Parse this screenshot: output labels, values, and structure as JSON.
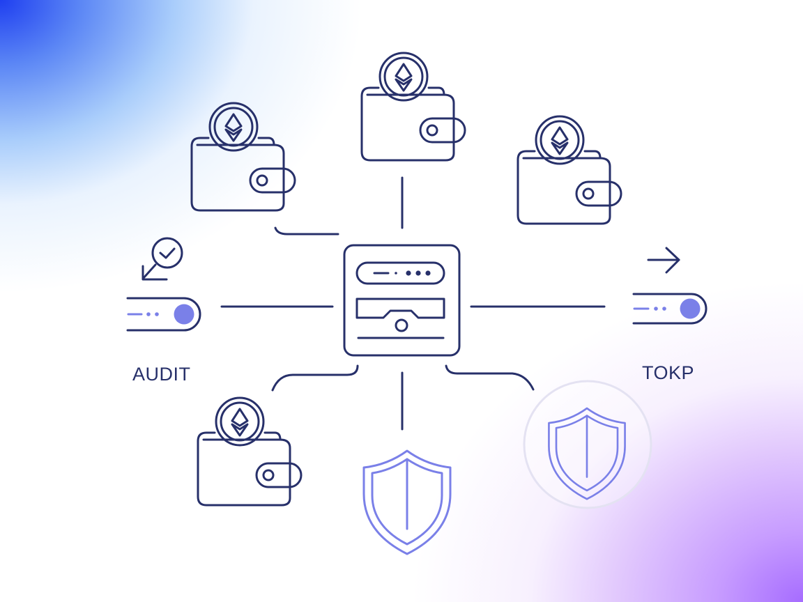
{
  "labels": {
    "audit": "AUDIT",
    "tokp": "TOKP"
  },
  "colors": {
    "ink": "#27306a",
    "accent": "#7a80e8",
    "gradient_top_left": "#1f3ff0",
    "gradient_bottom_right": "#a66cff",
    "halo": "#e4e2f2"
  },
  "nodes": {
    "center": {
      "name": "server-terminal-icon",
      "position": "center"
    },
    "wallets": [
      {
        "name": "wallet-eth-top-left"
      },
      {
        "name": "wallet-eth-top-center"
      },
      {
        "name": "wallet-eth-top-right"
      },
      {
        "name": "wallet-eth-bottom-left"
      }
    ],
    "shields": [
      {
        "name": "shield-bottom-center"
      },
      {
        "name": "shield-bottom-right-halo"
      }
    ],
    "toggles": [
      {
        "name": "audit-toggle",
        "state": "on",
        "icon": "check-arrow-icon"
      },
      {
        "name": "tokp-toggle",
        "state": "on",
        "icon": "arrow-right-icon"
      }
    ]
  }
}
